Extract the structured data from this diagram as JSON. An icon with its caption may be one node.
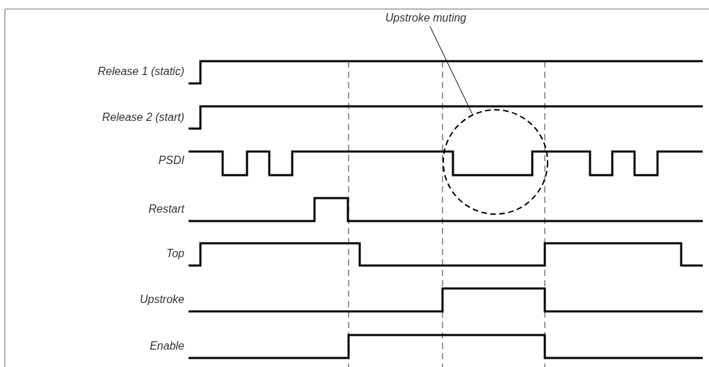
{
  "diagram": {
    "nodes": [
      {
        "text": [
          "Upstroke muting"
        ]
      },
      {
        "text": [],
        "shape": "circle"
      }
    ],
    "edges": [
      {
        "from": 0,
        "to": 1,
        "arrow": "none"
      }
    ],
    "labels": [
      "Release 1 (static)",
      "Release 2 (start)",
      "PSDI",
      "Restart",
      "Top",
      "Upstroke",
      "Enable"
    ]
  }
}
